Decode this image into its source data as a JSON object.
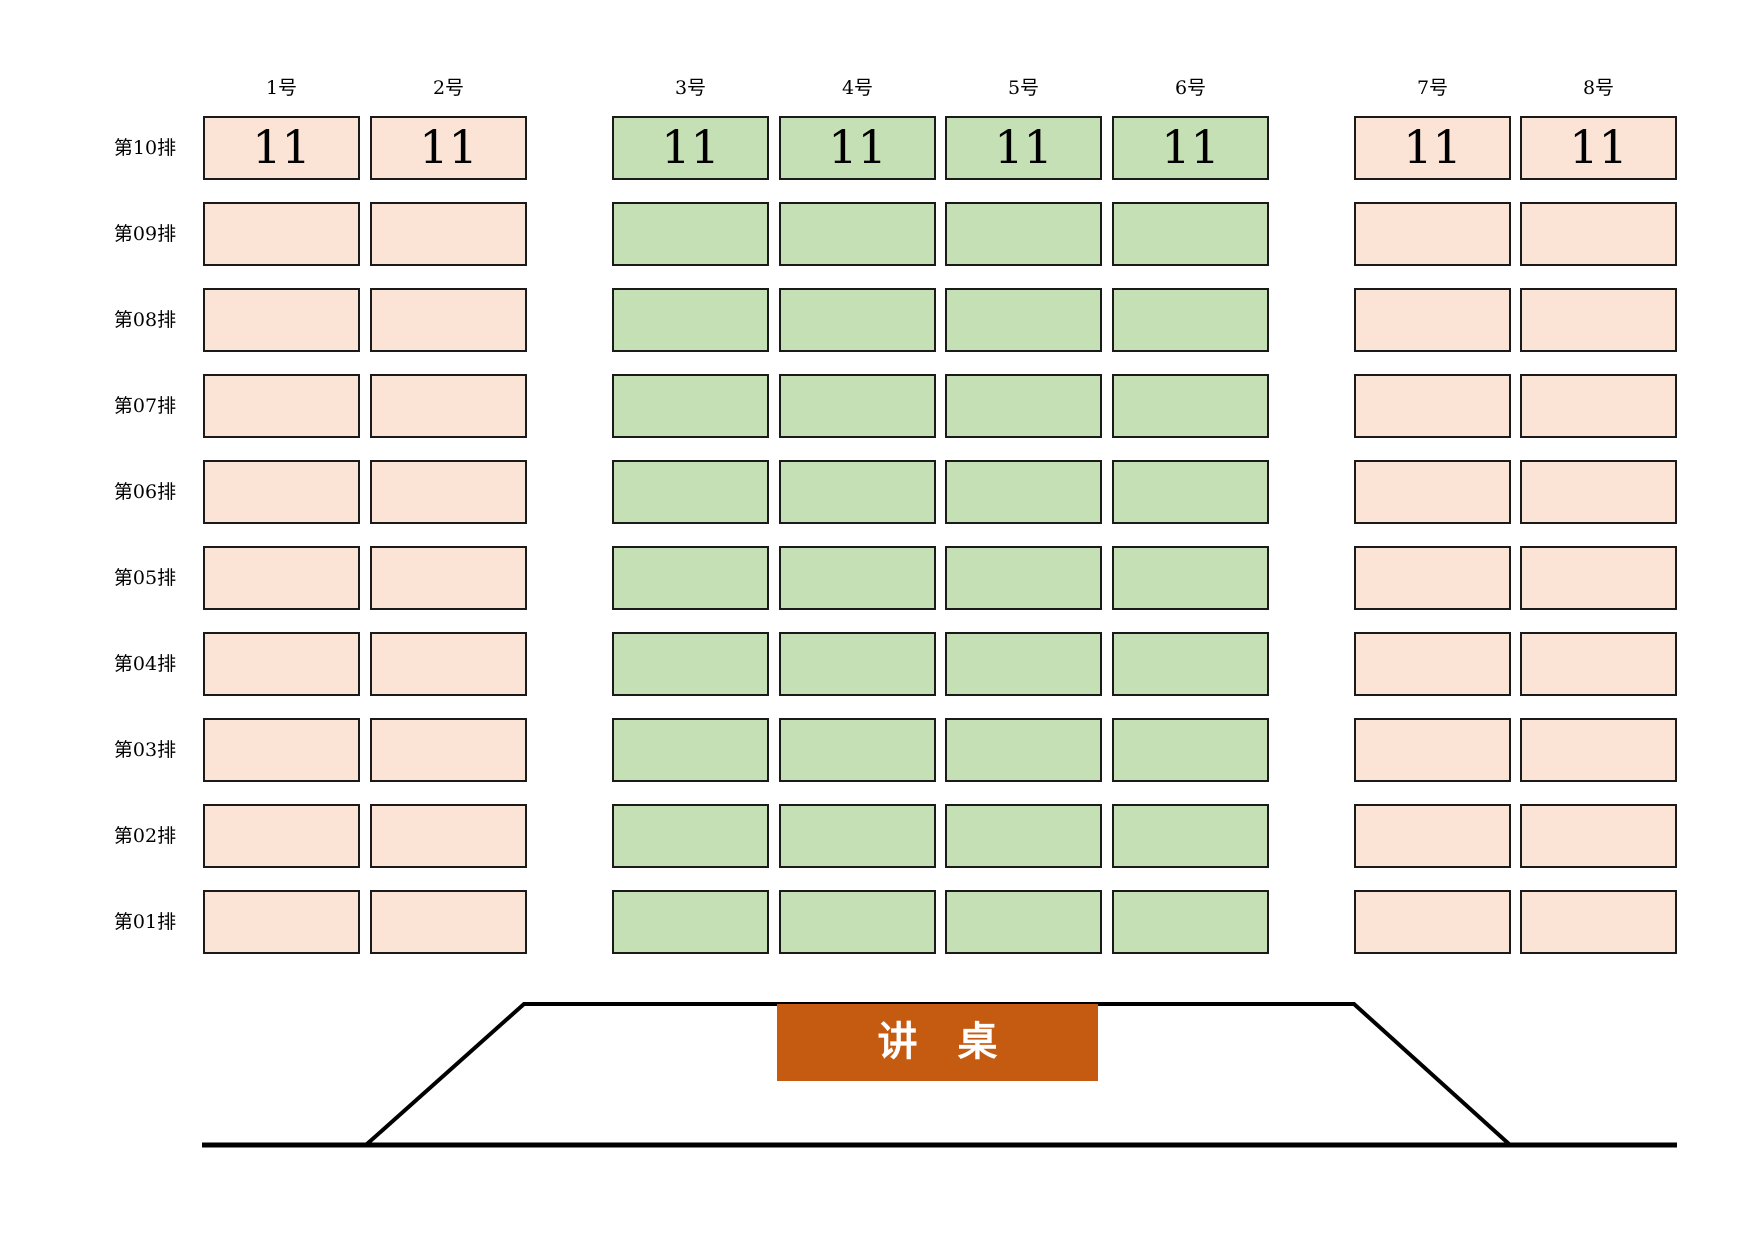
{
  "columns": [
    {
      "label": "1号",
      "group": "side"
    },
    {
      "label": "2号",
      "group": "side"
    },
    {
      "label": "3号",
      "group": "mid"
    },
    {
      "label": "4号",
      "group": "mid"
    },
    {
      "label": "5号",
      "group": "mid"
    },
    {
      "label": "6号",
      "group": "mid"
    },
    {
      "label": "7号",
      "group": "side"
    },
    {
      "label": "8号",
      "group": "side"
    }
  ],
  "rows": [
    {
      "label": "第10排",
      "seats": [
        "11",
        "11",
        "11",
        "11",
        "11",
        "11",
        "11",
        "11"
      ]
    },
    {
      "label": "第09排",
      "seats": [
        "",
        "",
        "",
        "",
        "",
        "",
        "",
        ""
      ]
    },
    {
      "label": "第08排",
      "seats": [
        "",
        "",
        "",
        "",
        "",
        "",
        "",
        ""
      ]
    },
    {
      "label": "第07排",
      "seats": [
        "",
        "",
        "",
        "",
        "",
        "",
        "",
        ""
      ]
    },
    {
      "label": "第06排",
      "seats": [
        "",
        "",
        "",
        "",
        "",
        "",
        "",
        ""
      ]
    },
    {
      "label": "第05排",
      "seats": [
        "",
        "",
        "",
        "",
        "",
        "",
        "",
        ""
      ]
    },
    {
      "label": "第04排",
      "seats": [
        "",
        "",
        "",
        "",
        "",
        "",
        "",
        ""
      ]
    },
    {
      "label": "第03排",
      "seats": [
        "",
        "",
        "",
        "",
        "",
        "",
        "",
        ""
      ]
    },
    {
      "label": "第02排",
      "seats": [
        "",
        "",
        "",
        "",
        "",
        "",
        "",
        ""
      ]
    },
    {
      "label": "第01排",
      "seats": [
        "",
        "",
        "",
        "",
        "",
        "",
        "",
        ""
      ]
    }
  ],
  "podium": {
    "label": "讲　桌"
  },
  "colors": {
    "side": "#fbe4d6",
    "mid": "#c6e0b6",
    "podium": "#c55a11"
  }
}
